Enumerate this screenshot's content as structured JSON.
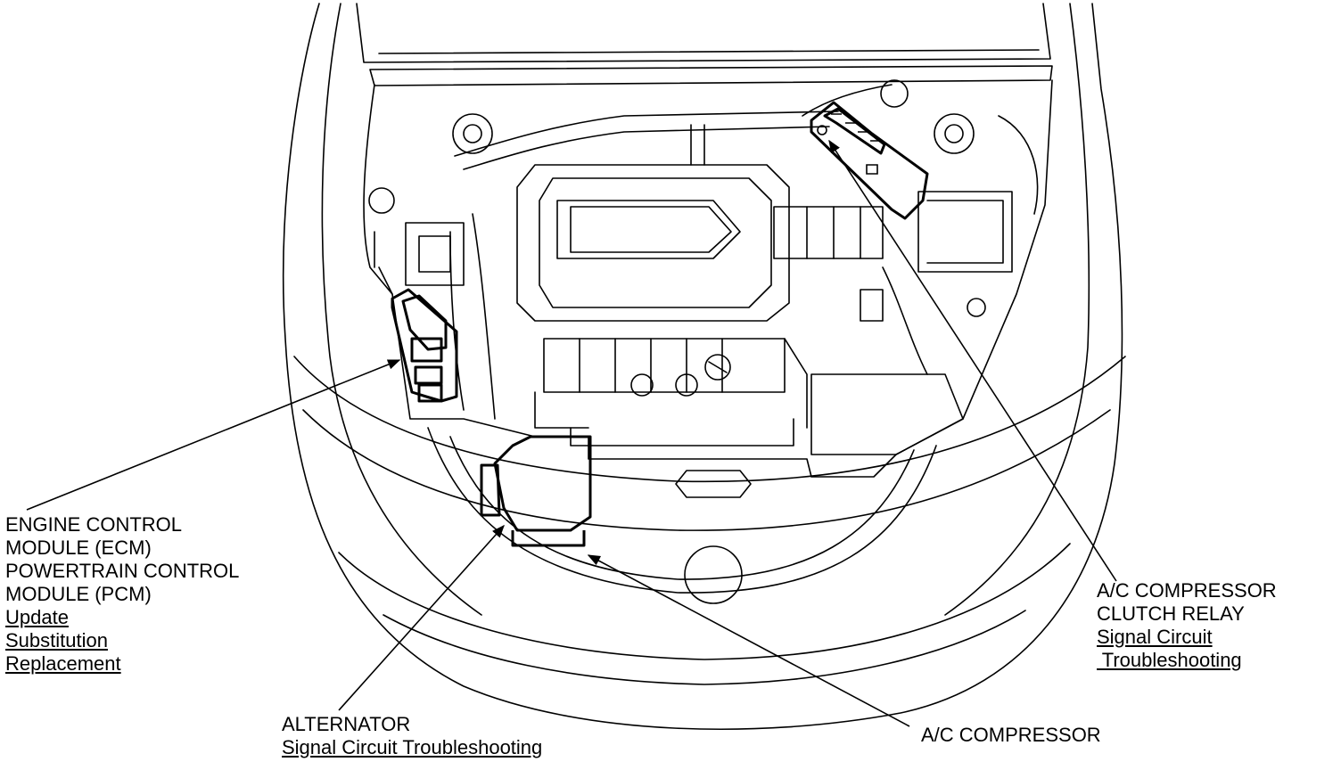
{
  "colors": {
    "ink": "#000000",
    "background": "#ffffff"
  },
  "labels": {
    "ecm": {
      "lines": [
        "ENGINE CONTROL",
        "MODULE (ECM)",
        "POWERTRAIN CONTROL",
        "MODULE (PCM)"
      ],
      "links": [
        "Update",
        "Substitution",
        "Replacement"
      ]
    },
    "relay": {
      "lines": [
        "A/C COMPRESSOR",
        "CLUTCH RELAY"
      ],
      "links": [
        "Signal Circuit",
        " Troubleshooting"
      ]
    },
    "alternator": {
      "lines": [
        "ALTERNATOR"
      ],
      "links": [
        "Signal Circuit Troubleshooting"
      ]
    },
    "compressor": {
      "lines": [
        "A/C COMPRESSOR"
      ],
      "links": []
    }
  }
}
